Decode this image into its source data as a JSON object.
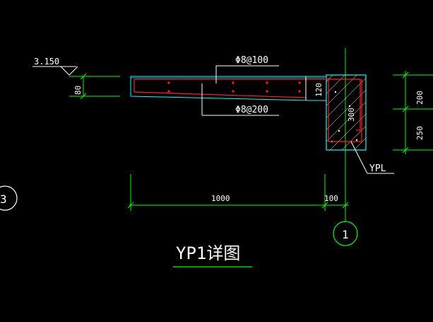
{
  "drawing": {
    "title": "YP1详图",
    "elevation": "3.150",
    "slab_thickness": "80",
    "rebar_top": "Φ8@100",
    "rebar_bottom": "Φ8@200",
    "beam_end_height": "120",
    "beam_depth": "300",
    "dim_upper": "200",
    "dim_lower": "250",
    "beam_label": "YPL",
    "span_cantilever": "1000",
    "span_beam": "100",
    "axis_1": "1",
    "axis_3": "3"
  },
  "colors": {
    "background": "#000000",
    "dimension": "#00ff00",
    "outline": "#00ffff",
    "rebar": "#ff2020",
    "text": "#ffffff"
  }
}
